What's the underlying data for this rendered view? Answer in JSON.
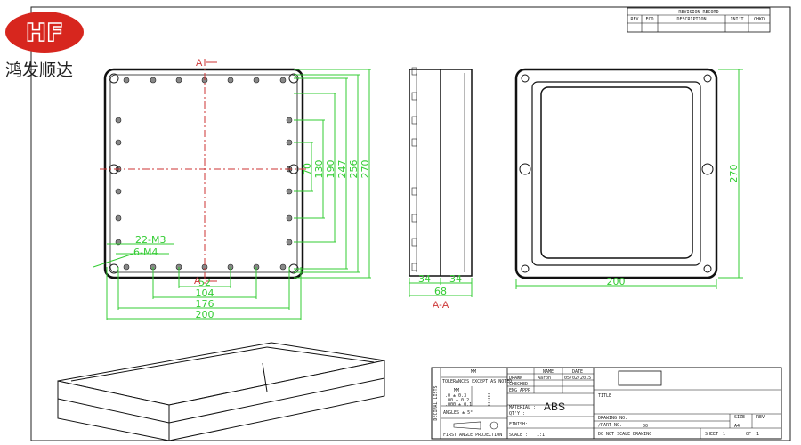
{
  "logo": {
    "mark": "HF",
    "company": "鸿发顺达",
    "brand_color": "#d7261e"
  },
  "revision_record": {
    "title": "REVISION RECORD",
    "columns": [
      "REV",
      "ECO",
      "DESCRIPTION",
      "INI'T",
      "CHKD"
    ]
  },
  "front_view": {
    "section_marker": "A",
    "callouts": [
      "22-M3",
      "6-M4"
    ],
    "vertical_dims": [
      "70",
      "130",
      "190",
      "247",
      "256",
      "270"
    ],
    "horizontal_dims": [
      "52",
      "104",
      "176",
      "200"
    ]
  },
  "section_view": {
    "dims": [
      "34",
      "34",
      "68"
    ],
    "label": "A-A"
  },
  "side_view": {
    "height_dim": "270",
    "width_dim": "200"
  },
  "title_block": {
    "units_symbol": "MM",
    "tolerance_header": "TOLERANCES EXCEPT AS NOTED",
    "decimal_units": "MM",
    "tolerances": [
      ".0 ± 0.3",
      ".00 ± 0.2",
      ".000 ± 0.1"
    ],
    "tolerance_marks": [
      "X",
      "X",
      "X"
    ],
    "angles": "ANGLES ± 5°",
    "projection": "FIRST ANGLE PROJECTION",
    "side_label": "DECIMAL LISTS",
    "name_header": "NAME",
    "date_header": "DATE",
    "drawn_label": "DRAWN",
    "drawn_name": "Aaron",
    "drawn_date": "05/02/2015",
    "checked_label": "CHECKED",
    "eng_label": "ENG APPR",
    "material_label": "MATERIAL :",
    "material": "ABS",
    "qty_label": "QT'Y :",
    "finish_label": "FINISH:",
    "scale_label": "SCALE :",
    "scale": "1:1",
    "title_label": "TITLE",
    "drawing_no_label": "DRAWING NO.",
    "part_no_label": "/PART  NO.",
    "part_no": "00",
    "size_label": "SIZE",
    "size": "A4",
    "rev_label": "REV",
    "note": "DO NOT SCALE DRAWING",
    "sheet_label": "SHEET",
    "sheet": "1",
    "of_label": "OF",
    "of": "1"
  }
}
